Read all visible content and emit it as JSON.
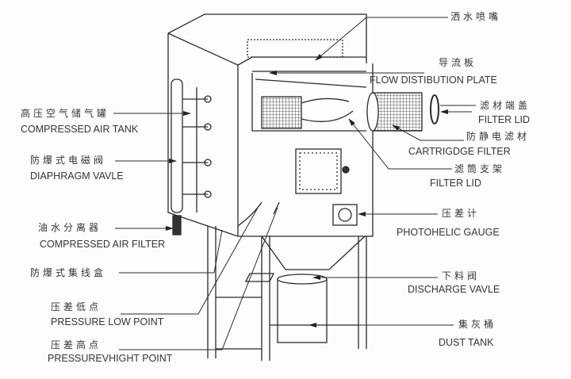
{
  "labels": {
    "spray_nozzle": {
      "zh": "洒水喷嘴"
    },
    "flow_plate": {
      "zh": "导流板",
      "en": "FLOW DISTIBUTION PLATE"
    },
    "filter_lid_end": {
      "zh": "滤材端盖",
      "en": "FILTER LID"
    },
    "cartridge": {
      "zh": "防静电滤材",
      "en": "CARTRIGDGE FILTER"
    },
    "filter_support": {
      "zh": "滤筒支架",
      "en": "FILTER LID"
    },
    "gauge": {
      "zh": "压差计",
      "en": "PHOTOHELIC GAUGE"
    },
    "discharge": {
      "zh": "下料阀",
      "en": "DISCHARGE VAVLE"
    },
    "dust_tank": {
      "zh": "集灰桶",
      "en": "DUST TANK"
    },
    "air_tank": {
      "zh": "高压空气储气罐",
      "en": "COMPRESSED AIR TANK"
    },
    "diaphragm": {
      "zh": "防爆式电磁阀",
      "en": "DIAPHRAGM VAVLE"
    },
    "air_filter": {
      "zh": "油水分离器",
      "en": "COMPRESSED AIR FILTER"
    },
    "junction_box": {
      "zh": "防爆式集线盒"
    },
    "low_point": {
      "zh": "压差低点",
      "en": "PRESSURE LOW POINT"
    },
    "high_point": {
      "zh": "压差高点",
      "en": "PRESSUREVHIGHT POINT"
    }
  }
}
